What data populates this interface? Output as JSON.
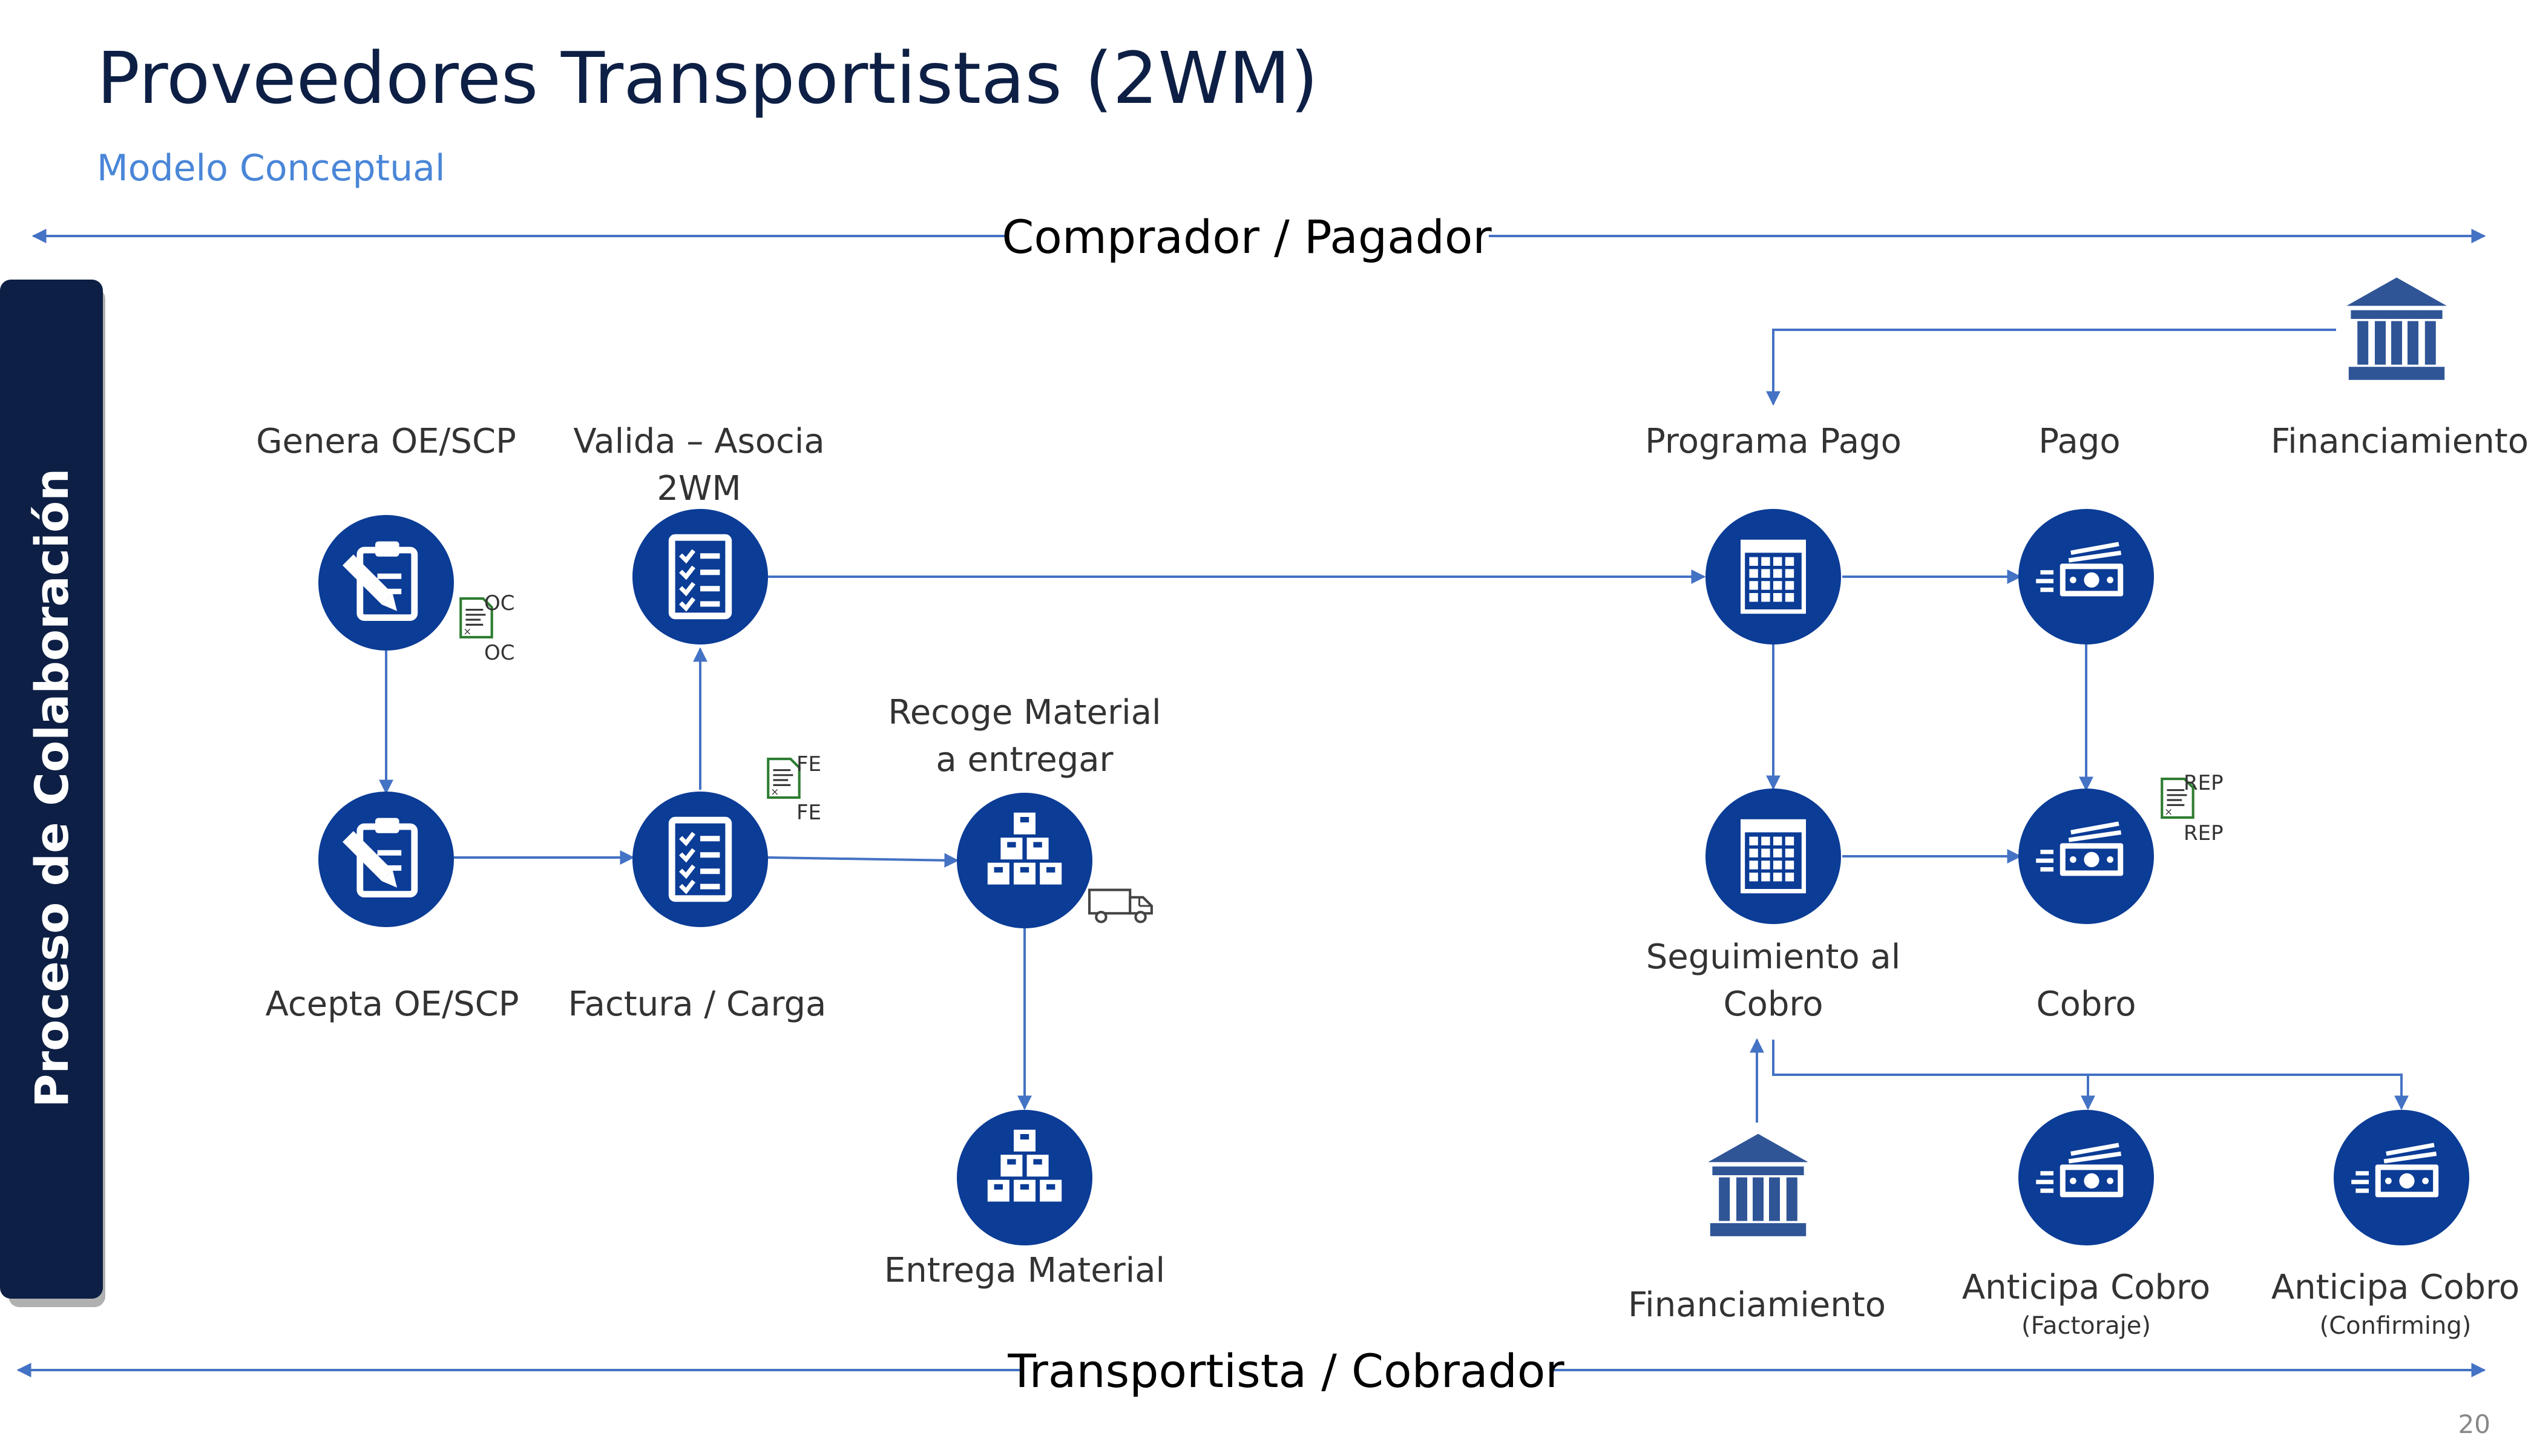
{
  "title": "Proveedores Transportistas (2WM)",
  "subtitle": "Modelo Conceptual",
  "top_axis_label": "Comprador / Pagador",
  "bottom_axis_label": "Transportista / Cobrador",
  "side_label": "Proceso de Colaboración",
  "page_number": "20",
  "colors": {
    "primary_blue": "#0b3c96",
    "dark_navy": "#0d1f44",
    "arrow_blue": "#4472c4",
    "subtitle_blue": "#4a86d8",
    "doc_green": "#2e7d32"
  },
  "steps": {
    "genera": {
      "label": "Genera OE/SCP",
      "icon": "clipboard-pencil-icon"
    },
    "valida": {
      "label_line1": "Valida – Asocia",
      "label_line2": "2WM",
      "icon": "checklist-icon"
    },
    "acepta": {
      "label": "Acepta OE/SCP",
      "icon": "clipboard-pencil-icon"
    },
    "factura": {
      "label": "Factura / Carga",
      "icon": "checklist-icon"
    },
    "recoge": {
      "label_line1": "Recoge Material",
      "label_line2": "a entregar",
      "icon": "boxes-icon"
    },
    "entrega": {
      "label": "Entrega Material",
      "icon": "boxes-icon"
    },
    "programa": {
      "label": "Programa Pago",
      "icon": "calendar-icon"
    },
    "pago": {
      "label": "Pago",
      "icon": "money-icon"
    },
    "financiamiento_top": {
      "label": "Financiamiento",
      "icon": "bank-icon"
    },
    "seguimiento": {
      "label_line1": "Seguimiento al",
      "label_line2": "Cobro",
      "icon": "calendar-icon"
    },
    "cobro": {
      "label": "Cobro",
      "icon": "money-icon"
    },
    "financiamiento_bottom": {
      "label": "Financiamiento",
      "icon": "bank-icon"
    },
    "anticipa_factoraje": {
      "label": "Anticipa Cobro",
      "sublabel": "(Factoraje)",
      "icon": "money-icon"
    },
    "anticipa_confirming": {
      "label": "Anticipa Cobro",
      "sublabel": "(Confirming)",
      "icon": "money-icon"
    }
  },
  "documents": {
    "oc": {
      "line1": "OC",
      "line2": "OC",
      "icon": "xml-document-icon"
    },
    "fe": {
      "line1": "FE",
      "line2": "FE",
      "icon": "xml-document-icon"
    },
    "rep": {
      "line1": "REP",
      "line2": "REP",
      "icon": "xml-document-icon"
    }
  },
  "truck": {
    "icon": "truck-icon"
  }
}
